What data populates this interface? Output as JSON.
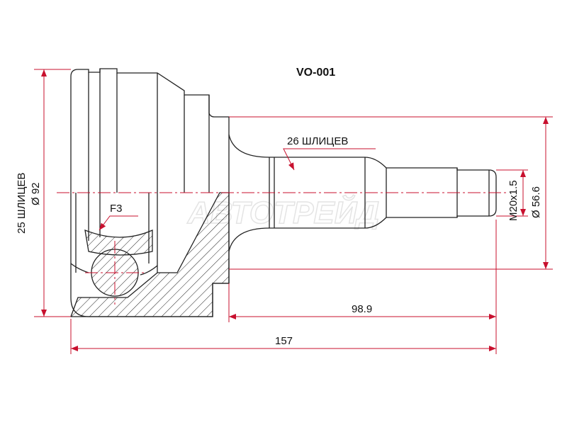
{
  "title": "VO-001",
  "watermark": "АВТОТРЕЙД",
  "labels": {
    "inner_splines": "25 ШЛИЦЕВ",
    "outer_diameter": "Ø 92",
    "shaft_splines": "26 ШЛИЦЕВ",
    "thread": "M20x1.5",
    "seal_diameter": "Ø 56.6",
    "feature": "F3",
    "shaft_length": "98.9",
    "total_length": "157"
  },
  "colors": {
    "line": "#222222",
    "dimension": "#c8102e"
  }
}
